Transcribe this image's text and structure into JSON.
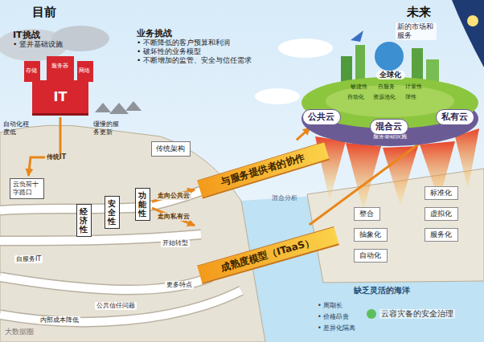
{
  "diagram": {
    "nodes": [
      {
        "text": [
          "IT挑战",
          "• 竖井基础设施"
        ]
      },
      {
        "text": [
          "业务挑战",
          "• 不断降低的客户预算和利润",
          "• 破坏性的业务模型",
          "• 不断增加的监管、安全与信任需求"
        ]
      },
      {
        "text": [
          "IT"
        ]
      },
      {
        "text": [
          "传统架构"
        ]
      },
      {
        "text": [
          "云负荷十字路口"
        ]
      },
      {
        "text": [
          "经济性"
        ]
      },
      {
        "text": [
          "安全性"
        ]
      },
      {
        "text": [
          "功能性"
        ]
      },
      {
        "text": [
          "与服务提供者的协作"
        ]
      },
      {
        "text": [
          "成熟度模型（ITaaS）"
        ]
      },
      {
        "text": [
          "服务基础设施"
        ]
      },
      {
        "text": [
          "全球化"
        ],
        "in": 10
      },
      {
        "text": [
          "公共云"
        ],
        "in": 10
      },
      {
        "text": [
          "混合云"
        ],
        "in": 10
      },
      {
        "text": [
          "私有云"
        ],
        "in": 10
      },
      {
        "text": [
          "整合"
        ]
      },
      {
        "text": [
          "抽象化"
        ]
      },
      {
        "text": [
          "自动化"
        ]
      },
      {
        "text": [
          "标准化"
        ]
      },
      {
        "text": [
          "虚拟化"
        ]
      },
      {
        "text": [
          "服务化"
        ]
      }
    ],
    "edges": [
      {
        "from": 2,
        "to": 4,
        "arrow": "to",
        "label": "传统IT"
      },
      {
        "from": 7,
        "to": 8,
        "arrow": "to",
        "label": "走向公共云"
      },
      {
        "from": 7,
        "to": 9,
        "arrow": "to",
        "label": "走向私有云"
      },
      {
        "from": 8,
        "to": 12,
        "arrow": "to"
      },
      {
        "from": 9,
        "to": 14,
        "arrow": "to"
      }
    ],
    "labels": [
      "目前",
      "未来",
      "新的市场和服务",
      "存储",
      "服务器",
      "网络",
      "自动化程度低",
      "缓慢的服务更新",
      "自服务IT",
      "内部成本降低",
      "公共信任问题",
      "更多特点",
      "开始转型",
      "混合分析",
      "敏捷性",
      "自服务",
      "计量性",
      "自动化",
      "资源池化",
      "弹性",
      "缺乏灵活的海洋",
      "• 周期长",
      "• 价格昂贵",
      "• 差异化隔离",
      "大数据圈",
      "云容灾备的安全治理"
    ]
  }
}
